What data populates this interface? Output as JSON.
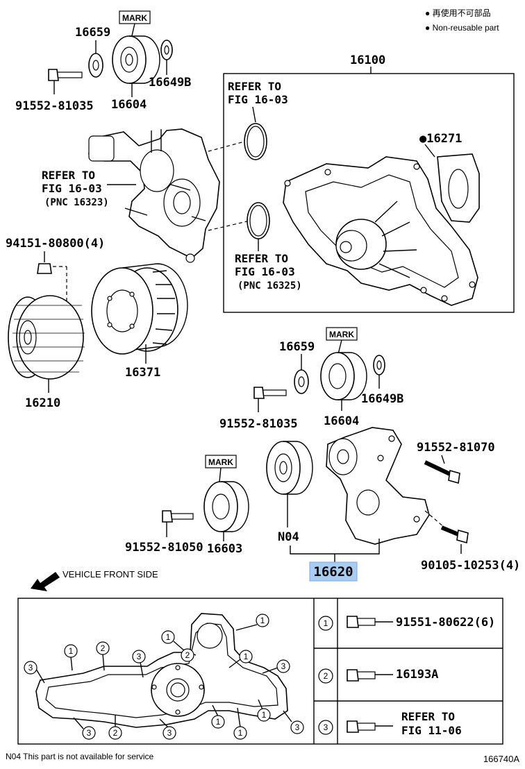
{
  "legend": {
    "line1": "● 再使用不可部品",
    "line2": "● Non-reusable part"
  },
  "mark_label": "MARK",
  "parts": {
    "p16659_top": "16659",
    "p91552_81035_top": "91552-81035",
    "p16604_top": "16604",
    "p16649B_top": "16649B",
    "p16100": "16100",
    "p16271": "●16271",
    "p94151": "94151-80800(4)",
    "p16371": "16371",
    "p16210": "16210",
    "p16659_mid": "16659",
    "p91552_81035_mid": "91552-81035",
    "p16604_mid": "16604",
    "p16649B_mid": "16649B",
    "p91552_81070": "91552-81070",
    "p91552_81050": "91552-81050",
    "p16603": "16603",
    "pN04": "N04",
    "p90105": "90105-10253(4)",
    "p16620": "16620"
  },
  "refs": {
    "ref1_l1": "REFER TO",
    "ref1_l2": "FIG 16-03",
    "ref2_l1": "REFER TO",
    "ref2_l2": "FIG 16-03",
    "ref2_l3": "(PNC 16323)",
    "ref3_l1": "REFER TO",
    "ref3_l2": "FIG 16-03",
    "ref3_l3": "(PNC 16325)"
  },
  "vehicle_front": "VEHICLE FRONT SIDE",
  "bolt_table": [
    {
      "num": "1",
      "label": "91551-80622(6)"
    },
    {
      "num": "2",
      "label": "16193A"
    },
    {
      "num": "3",
      "label_l1": "REFER TO",
      "label_l2": "FIG 11-06"
    }
  ],
  "footnote": "N04  This part is not available for service",
  "figure_id": "166740A"
}
